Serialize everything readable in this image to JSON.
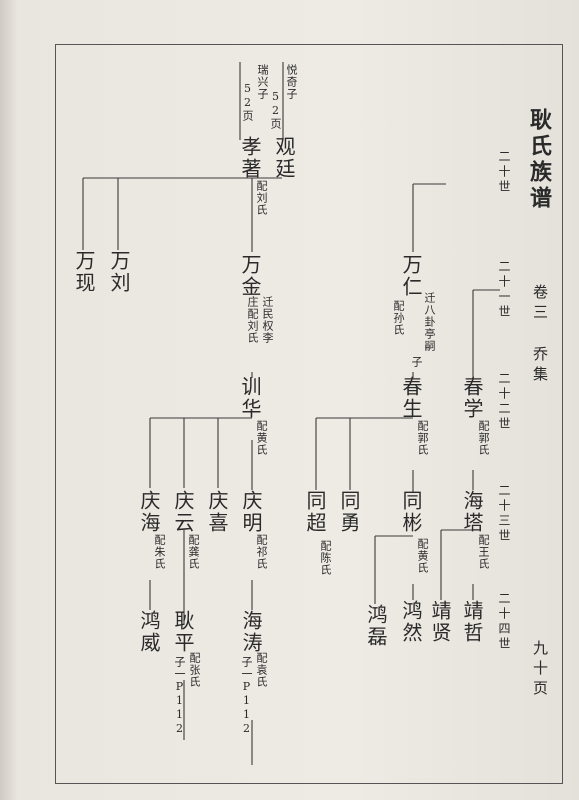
{
  "book": {
    "title": "耿氏族谱",
    "volume": "卷三",
    "branch": "乔集",
    "page": "九十页"
  },
  "generations": [
    "二十世",
    "二十一世",
    "二十二世",
    "二十三世",
    "二十四世"
  ],
  "left_notes": {
    "yueqi": "悦奇子",
    "yueqi_page": "52页",
    "ruixing": "瑞兴子",
    "ruixing_page": "52页"
  },
  "people": {
    "guanting": {
      "name": "观廷"
    },
    "xiaozhu": {
      "name": "孝著",
      "note": "配刘氏"
    },
    "wanxian": {
      "name": "万现"
    },
    "wanliu": {
      "name": "万刘"
    },
    "wanjin": {
      "name": "万金",
      "note1": "迁民权李",
      "note2": "庄配刘氏"
    },
    "xunhua": {
      "name": "训华",
      "note": "配黄氏"
    },
    "qinghai": {
      "name": "庆海",
      "note": "配朱氏"
    },
    "qingyun": {
      "name": "庆云",
      "note": "配龚氏"
    },
    "qingxi": {
      "name": "庆喜"
    },
    "qingming": {
      "name": "庆明",
      "note": "配祁氏"
    },
    "hongwei": {
      "name": "鸿威"
    },
    "gengping": {
      "name": "耿平",
      "note1": "配张氏",
      "note2": "子一P112"
    },
    "haitao": {
      "name": "海涛",
      "note1": "配袁氏",
      "note2": "子一P112"
    },
    "wanren": {
      "name": "万仁",
      "note1": "迁八卦亭嗣",
      "note1b": "子",
      "note2": "配孙氏"
    },
    "chunsheng": {
      "name": "春生",
      "note": "配郭氏"
    },
    "tongchao": {
      "name": "同超",
      "note": "配陈氏"
    },
    "tongyong": {
      "name": "同勇"
    },
    "tongbin": {
      "name": "同彬",
      "note": "配黄氏"
    },
    "honglei": {
      "name": "鸿磊"
    },
    "hongran": {
      "name": "鸿然"
    },
    "chunxue": {
      "name": "春学",
      "note": "配郭氏"
    },
    "haita": {
      "name": "海塔",
      "note": "配王氏"
    },
    "jingxian": {
      "name": "靖贤"
    },
    "jingzhe": {
      "name": "靖哲"
    }
  }
}
